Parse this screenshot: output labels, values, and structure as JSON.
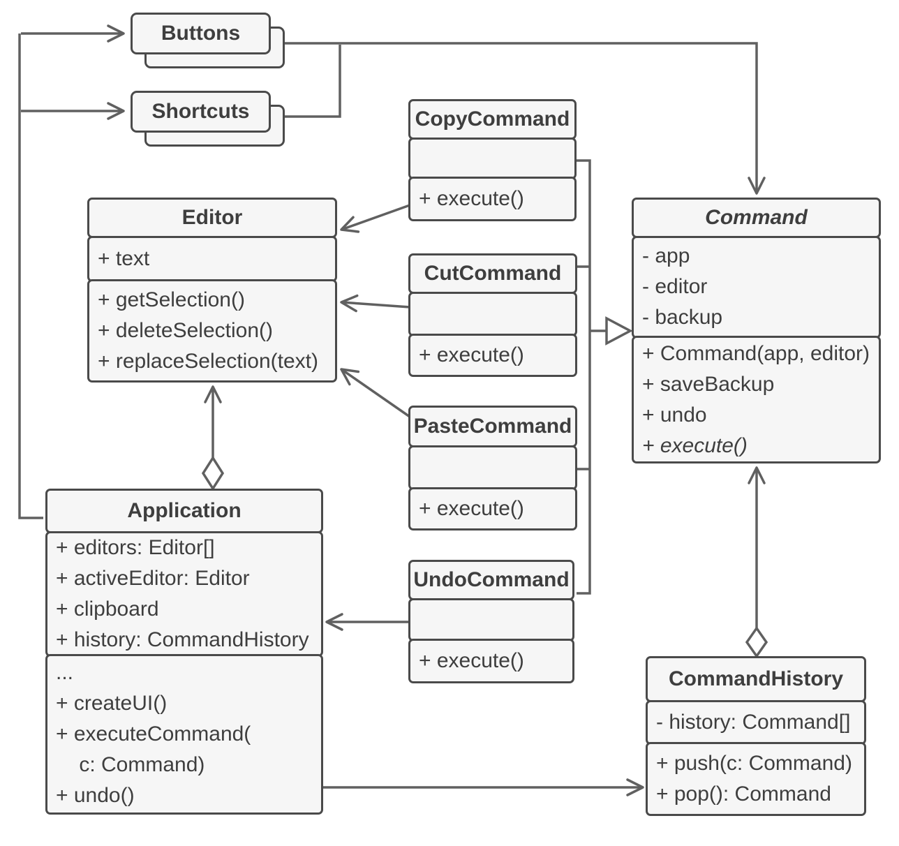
{
  "colors": {
    "box_fill": "#f6f6f6",
    "box_border": "#4a4a4a",
    "connector": "#606060",
    "text": "#3e3e3e",
    "background": "#ffffff"
  },
  "classes": {
    "buttons": {
      "title": "Buttons"
    },
    "shortcuts": {
      "title": "Shortcuts"
    },
    "copy_command": {
      "title": "CopyCommand",
      "attributes": [],
      "methods": [
        "+ execute()"
      ]
    },
    "cut_command": {
      "title": "CutCommand",
      "attributes": [],
      "methods": [
        "+ execute()"
      ]
    },
    "paste_command": {
      "title": "PasteCommand",
      "attributes": [],
      "methods": [
        "+ execute()"
      ]
    },
    "undo_command": {
      "title": "UndoCommand",
      "attributes": [],
      "methods": [
        "+ execute()"
      ]
    },
    "editor": {
      "title": "Editor",
      "attributes": [
        "+ text"
      ],
      "methods": [
        "+ getSelection()",
        "+ deleteSelection()",
        "+ replaceSelection(text)"
      ]
    },
    "command": {
      "title": "Command",
      "abstract": true,
      "attributes": [
        "- app",
        "- editor",
        "- backup"
      ],
      "methods": [
        "+ Command(app, editor)",
        "+ saveBackup",
        "+ undo",
        "+ execute()"
      ],
      "abstract_method_index": 3
    },
    "application": {
      "title": "Application",
      "attributes": [
        "+ editors: Editor[]",
        "+ activeEditor: Editor",
        "+ clipboard",
        "+ history: CommandHistory"
      ],
      "methods": [
        "...",
        "+ createUI()",
        "+ executeCommand(",
        "    c: Command)",
        "+ undo()"
      ]
    },
    "command_history": {
      "title": "CommandHistory",
      "attributes": [
        "- history: Command[]"
      ],
      "methods": [
        "+ push(c: Command)",
        "+ pop(): Command"
      ]
    }
  },
  "relations": [
    {
      "from": "Application",
      "to": "Buttons",
      "type": "association-arrow"
    },
    {
      "from": "Application",
      "to": "Shortcuts",
      "type": "association-arrow"
    },
    {
      "from": "Buttons",
      "to": "Command",
      "type": "association-arrow"
    },
    {
      "from": "Shortcuts",
      "to": "Command",
      "type": "association-arrow"
    },
    {
      "from": "CopyCommand",
      "to": "Editor",
      "type": "association-arrow"
    },
    {
      "from": "CutCommand",
      "to": "Editor",
      "type": "association-arrow"
    },
    {
      "from": "PasteCommand",
      "to": "Editor",
      "type": "association-arrow"
    },
    {
      "from": "UndoCommand",
      "to": "Application",
      "type": "association-arrow"
    },
    {
      "from": "CopyCommand",
      "to": "Command",
      "type": "generalization"
    },
    {
      "from": "CutCommand",
      "to": "Command",
      "type": "generalization"
    },
    {
      "from": "PasteCommand",
      "to": "Command",
      "type": "generalization"
    },
    {
      "from": "UndoCommand",
      "to": "Command",
      "type": "generalization"
    },
    {
      "from": "Application",
      "to": "Editor",
      "type": "aggregation"
    },
    {
      "from": "CommandHistory",
      "to": "Command",
      "type": "aggregation"
    },
    {
      "from": "Application",
      "to": "CommandHistory",
      "type": "association-arrow"
    }
  ]
}
